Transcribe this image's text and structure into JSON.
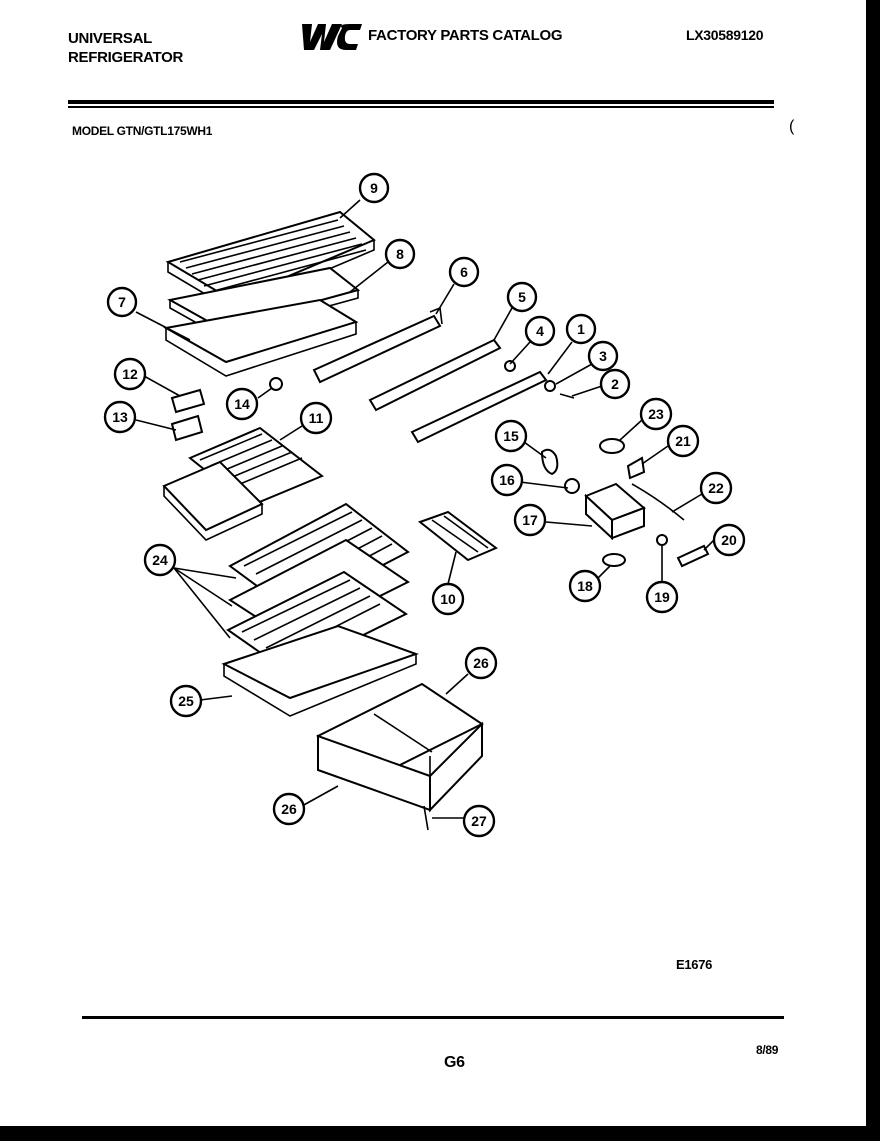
{
  "header": {
    "brand_line1": "UNIVERSAL",
    "brand_line2": "REFRIGERATOR",
    "catalog_title": "FACTORY PARTS CATALOG",
    "catalog_number": "LX30589120",
    "model": "MODEL GTN/GTL175WH1",
    "paren": "("
  },
  "footer": {
    "drawing_code": "E1676",
    "page_code": "G6",
    "date_code": "8/89"
  },
  "callouts": [
    {
      "id": "c1",
      "label": "1"
    },
    {
      "id": "c2",
      "label": "2"
    },
    {
      "id": "c3",
      "label": "3"
    },
    {
      "id": "c4",
      "label": "4"
    },
    {
      "id": "c5",
      "label": "5"
    },
    {
      "id": "c6",
      "label": "6"
    },
    {
      "id": "c7",
      "label": "7"
    },
    {
      "id": "c8",
      "label": "8"
    },
    {
      "id": "c9",
      "label": "9"
    },
    {
      "id": "c10",
      "label": "10"
    },
    {
      "id": "c11",
      "label": "11"
    },
    {
      "id": "c12",
      "label": "12"
    },
    {
      "id": "c13",
      "label": "13"
    },
    {
      "id": "c14",
      "label": "14"
    },
    {
      "id": "c15",
      "label": "15"
    },
    {
      "id": "c16",
      "label": "16"
    },
    {
      "id": "c17",
      "label": "17"
    },
    {
      "id": "c18",
      "label": "18"
    },
    {
      "id": "c19",
      "label": "19"
    },
    {
      "id": "c20",
      "label": "20"
    },
    {
      "id": "c21",
      "label": "21"
    },
    {
      "id": "c22",
      "label": "22"
    },
    {
      "id": "c23",
      "label": "23"
    },
    {
      "id": "c24",
      "label": "24"
    },
    {
      "id": "c25",
      "label": "25"
    },
    {
      "id": "c26a",
      "label": "26"
    },
    {
      "id": "c26b",
      "label": "26"
    },
    {
      "id": "c27",
      "label": "27"
    }
  ]
}
